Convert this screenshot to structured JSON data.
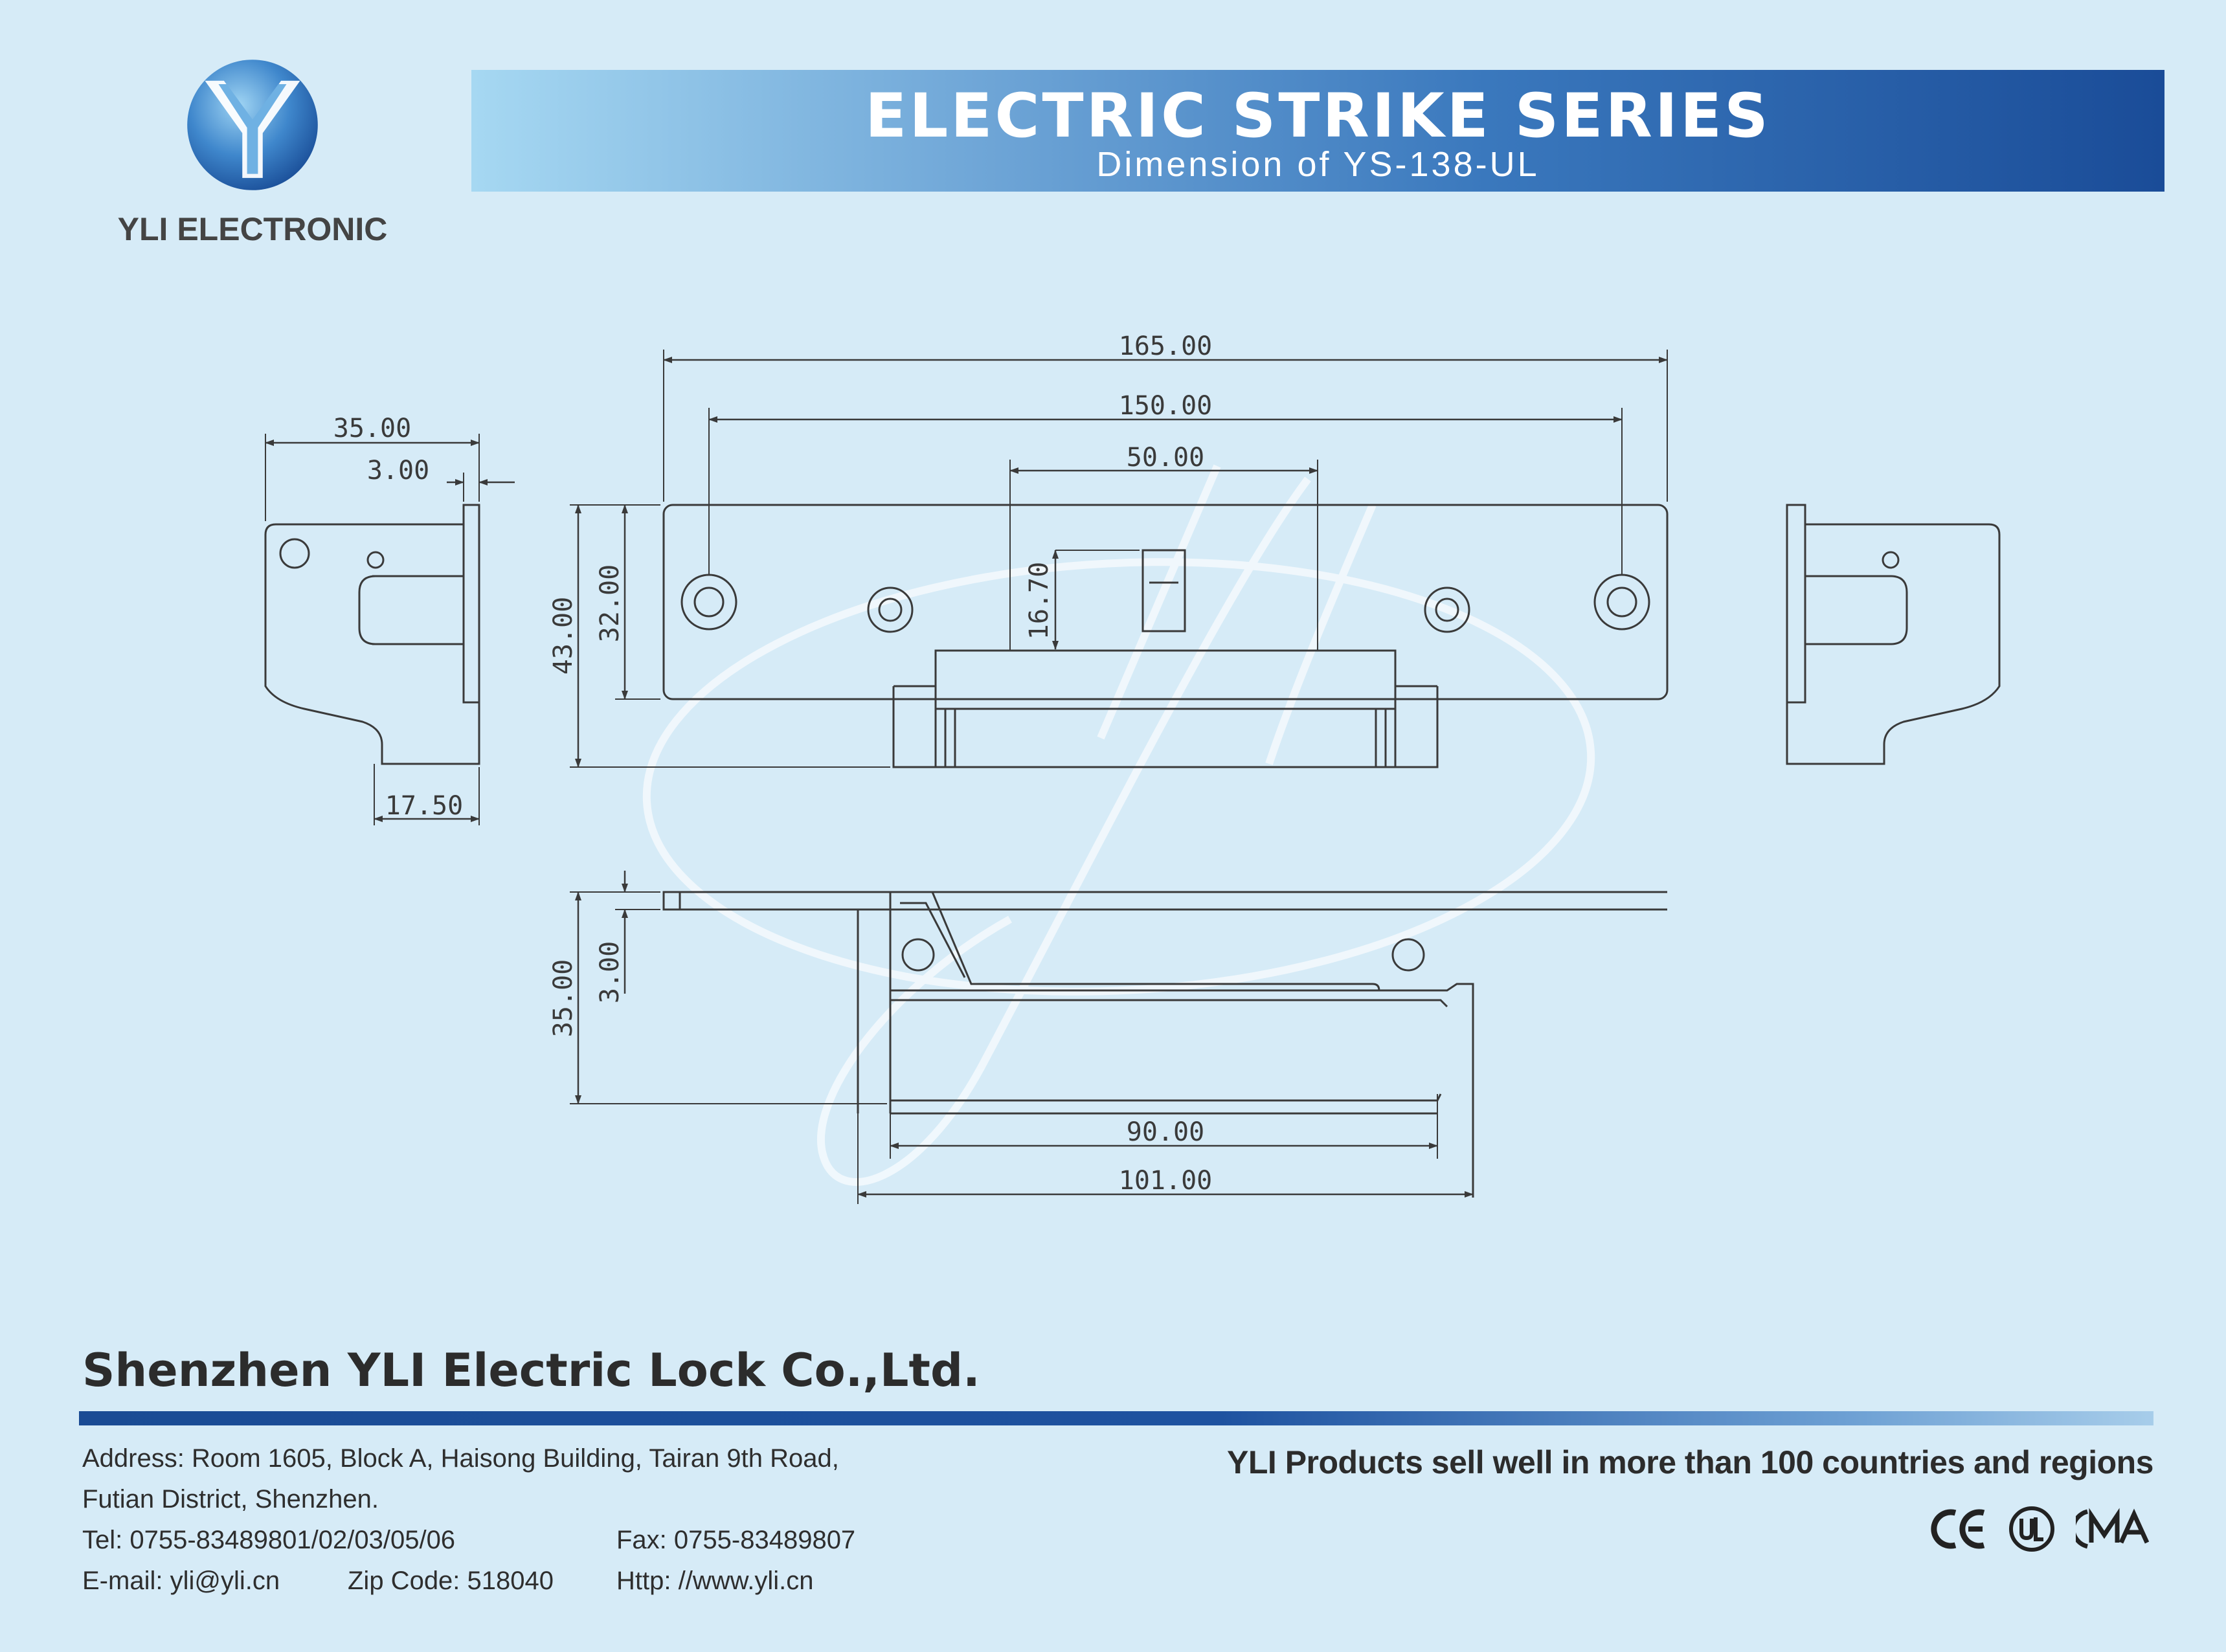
{
  "brand": {
    "name": "YLI ELECTRONIC",
    "logo_colors": {
      "outer": "#1f5fae",
      "inner": "#8fcaf0",
      "mark": "#ffffff"
    }
  },
  "banner": {
    "title": "ELECTRIC STRIKE SERIES",
    "subtitle": "Dimension of YS-138-UL"
  },
  "drawing": {
    "dimensions": {
      "overall_length": "165.00",
      "hole_spacing": "150.00",
      "keeper_width": "50.00",
      "keeper_depth": "16.70",
      "faceplate_height": "32.00",
      "total_height": "43.00",
      "side_depth": "35.00",
      "plate_thickness": "3.00",
      "side_half_depth": "17.50",
      "body_height": "35.00",
      "body_offset": "3.00",
      "body_length": "90.00",
      "body_total_length": "101.00"
    },
    "line_color": "#3a3a3a",
    "watermark_color": "#f3f9fd"
  },
  "footer": {
    "company": "Shenzhen YLI Electric Lock Co.,Ltd.",
    "address_line1": "Address: Room 1605, Block A, Haisong Building, Tairan 9th Road,",
    "address_line2": "Futian District, Shenzhen.",
    "tel": "Tel: 0755-83489801/02/03/05/06",
    "fax": "Fax: 0755-83489807",
    "email": "E-mail: yli@yli.cn",
    "zip": "Zip Code: 518040",
    "web": "Http: //www.yli.cn",
    "slogan": "YLI Products sell well in more than 100 countries and regions",
    "certs": [
      "CE",
      "UL",
      "CMA"
    ]
  }
}
